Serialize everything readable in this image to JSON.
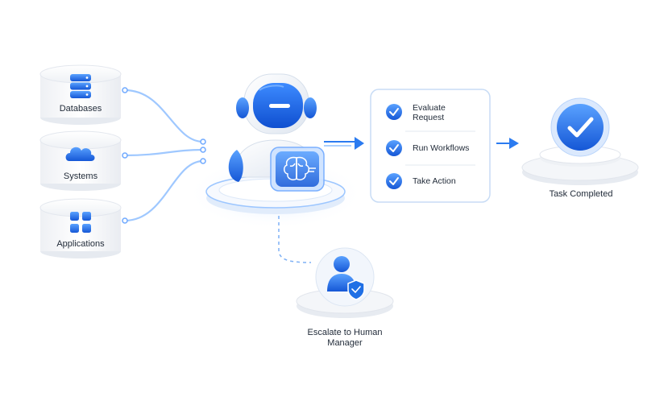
{
  "sources": [
    {
      "label": "Databases",
      "icon": "database-icon"
    },
    {
      "label": "Systems",
      "icon": "cloud-icon"
    },
    {
      "label": "Applications",
      "icon": "apps-grid-icon"
    }
  ],
  "agent": {
    "icon": "robot-icon",
    "badge_icon": "brain-icon"
  },
  "steps": [
    {
      "label": "Evaluate Request",
      "icon": "check-circle-icon"
    },
    {
      "label": "Run Workflows",
      "icon": "check-circle-icon"
    },
    {
      "label": "Take Action",
      "icon": "check-circle-icon"
    }
  ],
  "completion": {
    "label": "Task Completed",
    "icon": "checkmark-icon"
  },
  "escalation": {
    "label_line1": "Escalate to Human",
    "label_line2": "Manager",
    "icon": "user-shield-icon"
  },
  "colors": {
    "accent": "#1f6fe5",
    "accent_light": "#8fc0ff",
    "line": "#a9cfff",
    "text": "#1f2937"
  }
}
